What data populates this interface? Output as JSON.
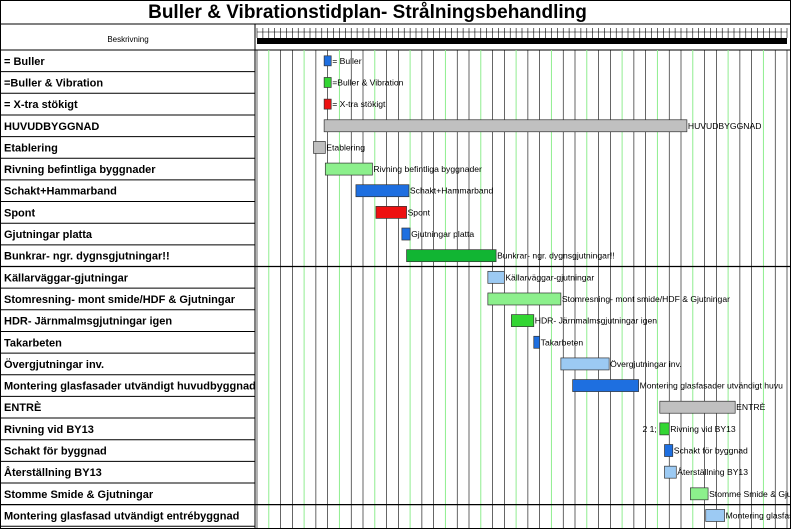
{
  "chart_data": {
    "type": "gantt",
    "title": "Buller & Vibrationstidplan- Strålningsbehandling",
    "column_header": "Beskrivning",
    "x_unit": "week",
    "xlim": [
      0,
      45
    ],
    "colors": {
      "buller": "#1e6fe0",
      "buller_vibration": "#33d633",
      "xtra": "#ee1111",
      "summary": "#c0c0c0",
      "planned_green": "#8cf08c",
      "planned_blue": "#9ccaf3",
      "dark_green": "#11b533",
      "green_gridline": "#90ee90"
    },
    "rows": [
      {
        "label": "= Buller",
        "bar_label": "= Buller",
        "bars": [
          {
            "start": 5.7,
            "end": 6.3,
            "color": "buller"
          }
        ]
      },
      {
        "label": "=Buller & Vibration",
        "bar_label": "=Buller & Vibration",
        "bars": [
          {
            "start": 5.7,
            "end": 6.3,
            "color": "buller_vibration"
          }
        ]
      },
      {
        "label": "= X-tra stökigt",
        "bar_label": "= X-tra stökigt",
        "bars": [
          {
            "start": 5.7,
            "end": 6.3,
            "color": "xtra"
          }
        ]
      },
      {
        "label": "HUVUDBYGGNAD",
        "bar_label": "HUVUDBYGGNAD",
        "bars": [
          {
            "start": 5.7,
            "end": 36.5,
            "color": "summary"
          }
        ]
      },
      {
        "label": "Etablering",
        "bar_label": "Etablering",
        "bars": [
          {
            "start": 4.8,
            "end": 5.8,
            "color": "summary"
          }
        ]
      },
      {
        "label": "Rivning befintliga byggnader",
        "bar_label": "Rivning befintliga byggnader",
        "bars": [
          {
            "start": 5.8,
            "end": 9.8,
            "color": "planned_green"
          }
        ]
      },
      {
        "label": "Schakt+Hammarband",
        "bar_label": "Schakt+Hammarband",
        "bars": [
          {
            "start": 8.4,
            "end": 12.9,
            "color": "buller"
          }
        ]
      },
      {
        "label": "Spont",
        "bar_label": "Spont",
        "bars": [
          {
            "start": 10.1,
            "end": 12.7,
            "color": "xtra"
          }
        ]
      },
      {
        "label": "Gjutningar platta",
        "bar_label": "Gjutningar platta",
        "bars": [
          {
            "start": 12.3,
            "end": 13.0,
            "color": "buller"
          }
        ]
      },
      {
        "label": "Bunkrar- ngr. dygnsgjutningar!!",
        "bar_label": "Bunkrar- ngr. dygnsgjutningar!!",
        "bars": [
          {
            "start": 12.7,
            "end": 20.3,
            "color": "dark_green"
          }
        ]
      },
      {
        "label": "Källarväggar-gjutningar",
        "bar_label": "Källarväggar-gjutningar",
        "bars": [
          {
            "start": 19.6,
            "end": 21.0,
            "color": "planned_blue"
          }
        ]
      },
      {
        "label": "Stomresning- mont smide/HDF & Gjutningar",
        "bar_label": "Stomresning- mont smide/HDF & Gjutningar",
        "bars": [
          {
            "start": 19.6,
            "end": 25.8,
            "color": "planned_green"
          }
        ]
      },
      {
        "label": "HDR- Järnmalmsgjutningar igen",
        "bar_label": "HDR- Järnmalmsgjutningar igen",
        "bars": [
          {
            "start": 21.6,
            "end": 23.5,
            "color": "buller_vibration"
          }
        ]
      },
      {
        "label": "Takarbeten",
        "bar_label": "Takarbeten",
        "bars": [
          {
            "start": 23.5,
            "end": 24.0,
            "color": "buller"
          }
        ]
      },
      {
        "label": "Övergjutningar inv.",
        "bar_label": "Övergjutningar inv.",
        "bars": [
          {
            "start": 25.8,
            "end": 29.9,
            "color": "planned_blue"
          }
        ]
      },
      {
        "label": "Montering glasfasader utvändigt huvudbyggnad",
        "bar_label": "Montering glasfasader utvändigt huvu",
        "bars": [
          {
            "start": 26.8,
            "end": 32.4,
            "color": "buller"
          }
        ]
      },
      {
        "label": "ENTRÈ",
        "bar_label": "ENTRÈ",
        "bars": [
          {
            "start": 34.2,
            "end": 40.6,
            "color": "summary"
          }
        ]
      },
      {
        "label": "Rivning vid BY13",
        "bar_label": "Rivning vid BY13",
        "pre_label": "2 1;",
        "bars": [
          {
            "start": 34.2,
            "end": 35.0,
            "color": "buller_vibration"
          }
        ]
      },
      {
        "label": "Schakt för byggnad",
        "bar_label": "Schakt för byggnad",
        "bars": [
          {
            "start": 34.6,
            "end": 35.3,
            "color": "buller"
          }
        ]
      },
      {
        "label": "Återställning BY13",
        "bar_label": "Återställning BY13",
        "bars": [
          {
            "start": 34.6,
            "end": 35.6,
            "color": "planned_blue"
          }
        ]
      },
      {
        "label": "Stomme Smide & Gjutningar",
        "bar_label": "Stomme Smide & Gju",
        "bars": [
          {
            "start": 36.8,
            "end": 38.3,
            "color": "planned_green"
          }
        ]
      },
      {
        "label": "Montering glasfasad utvändigt entrébyggnad",
        "bar_label": "Montering glasfas",
        "bars": [
          {
            "start": 38.1,
            "end": 39.7,
            "color": "planned_blue"
          }
        ]
      }
    ]
  }
}
